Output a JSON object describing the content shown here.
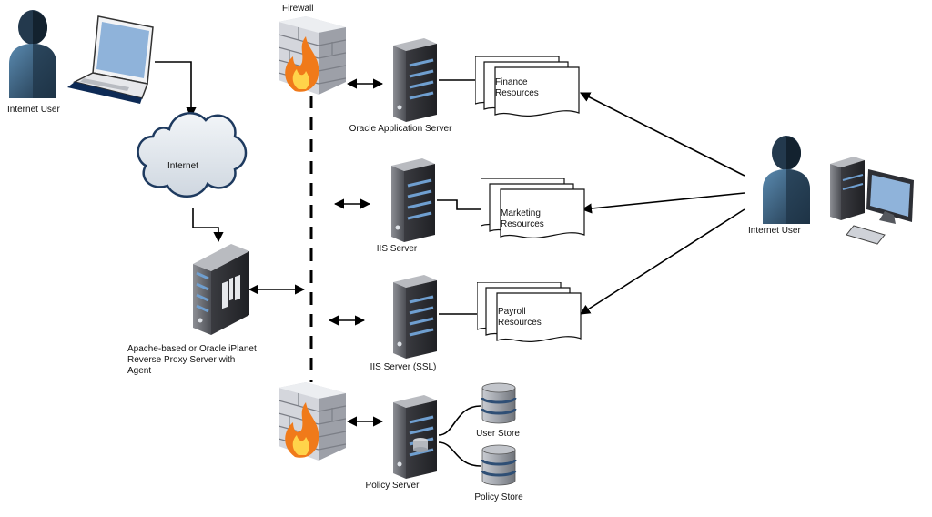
{
  "labels": {
    "internet_user_left": "Internet User",
    "internet": "Internet",
    "proxy_line1": "Apache-based or Oracle iPlanet",
    "proxy_line2": "Reverse Proxy Server with",
    "proxy_line3": "Agent",
    "firewall": "Firewall",
    "oracle_app_server": "Oracle Application Server",
    "iis_server": "IIS Server",
    "iis_server_ssl": "IIS Server (SSL)",
    "policy_server": "Policy Server",
    "finance_line1": "Finance",
    "finance_line2": "Resources",
    "marketing_line1": "Marketing",
    "marketing_line2": "Resources",
    "payroll_line1": "Payroll",
    "payroll_line2": "Resources",
    "user_store": "User Store",
    "policy_store": "Policy Store",
    "internet_user_right": "Internet User"
  },
  "colors": {
    "person_dark": "#1e3346",
    "person_mid": "#3d6f94",
    "server_dark": "#2f2f33",
    "server_mid": "#6a6c72",
    "server_light": "#9a9ca2",
    "server_stripe": "#6f9fd0",
    "firewall_brick": "#c3c5cc",
    "firewall_flame": "#f07a1a",
    "firewall_flame_core": "#ffd34a",
    "cloud_fill": "#e3e8ee",
    "cloud_stroke": "#1e3a5f",
    "db_fill": "#a8acb3",
    "db_band": "#2f4f75",
    "laptop_screen": "#8fb3da"
  }
}
